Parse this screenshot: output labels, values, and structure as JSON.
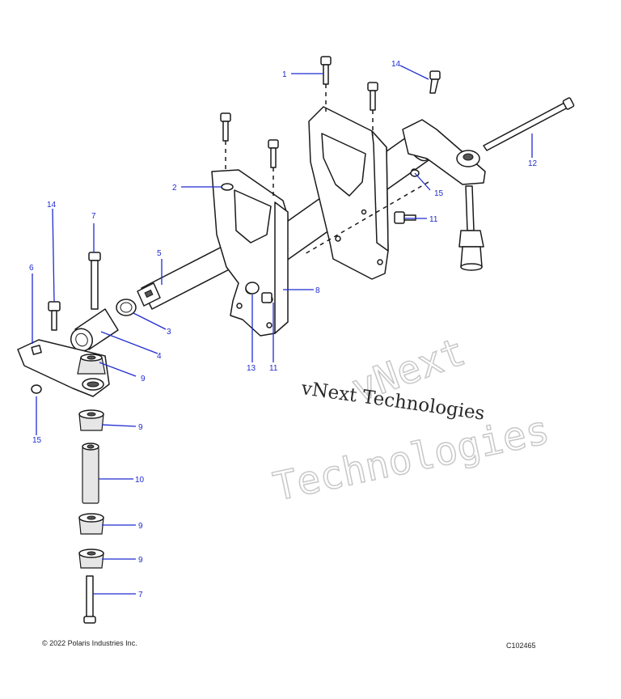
{
  "callouts": {
    "c1": "1",
    "c2": "2",
    "c3": "3",
    "c4": "4",
    "c5": "5",
    "c6": "6",
    "c7a": "7",
    "c7b": "7",
    "c8": "8",
    "c9a": "9",
    "c9b": "9",
    "c9c": "9",
    "c9d": "9",
    "c10": "10",
    "c11a": "11",
    "c11b": "11",
    "c12": "12",
    "c13": "13",
    "c14a": "14",
    "c14b": "14",
    "c15a": "15",
    "c15b": "15"
  },
  "watermark": {
    "line1": "vNext Technologies",
    "line2": "vNext",
    "line3": "Technologies"
  },
  "footer": {
    "copyright": "© 2022 Polaris Industries Inc.",
    "figure_code": "C102465"
  },
  "colors": {
    "callout": "#1f2bd1",
    "line": "#1a1a1a"
  }
}
